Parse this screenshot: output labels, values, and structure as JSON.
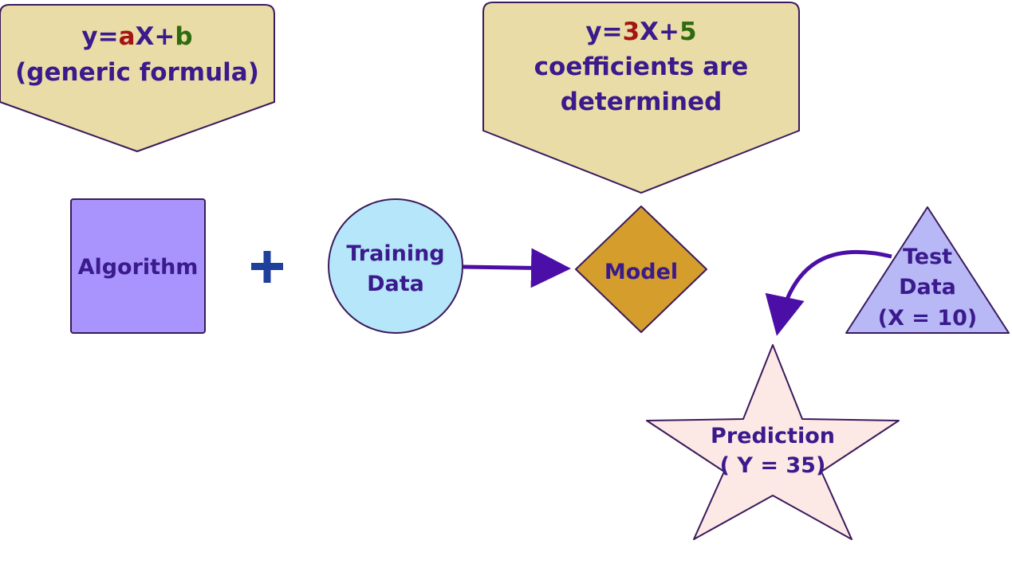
{
  "callout_generic": {
    "formula_y": "y=",
    "formula_a": "a",
    "formula_x": "X+",
    "formula_b": "b",
    "caption": "(generic formula)"
  },
  "callout_determined": {
    "formula_y": "y=",
    "formula_a": "3",
    "formula_x": "X+",
    "formula_b": "5",
    "line2": "coefficients are",
    "line3": "determined"
  },
  "nodes": {
    "algorithm": "Algorithm",
    "plus": "+",
    "training_line1": "Training",
    "training_line2": "Data",
    "model": "Model",
    "test_line1": "Test",
    "test_line2": "Data",
    "test_line3": "(X = 10)",
    "prediction_line1": "Prediction",
    "prediction_line2": "( Y = 35)"
  },
  "colors": {
    "callout_fill": "#e9dca6",
    "algorithm_fill": "#a894fc",
    "training_fill": "#b6e6fa",
    "model_fill": "#d49d2c",
    "test_fill": "#b8b8f6",
    "prediction_fill": "#fce8e4",
    "text": "#3a1a8c",
    "coefficient_a": "#a31515",
    "coefficient_b": "#2e6b0f",
    "arrow": "#4b0fa8"
  }
}
